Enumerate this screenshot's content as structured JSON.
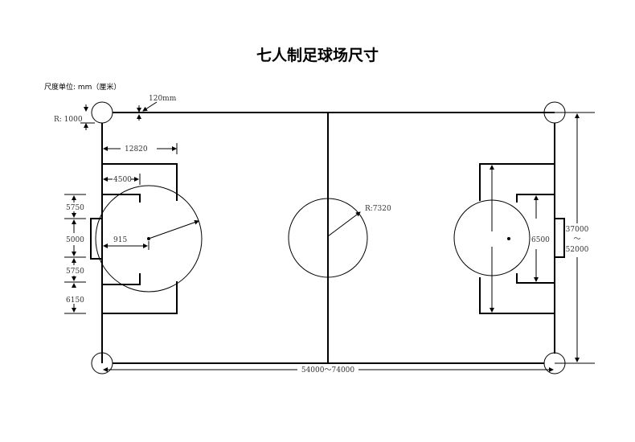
{
  "title": "七人制足球场尺寸",
  "unit_label": "尺度单位: mm（厘米）",
  "labels": {
    "line_width": "120mm",
    "corner_radius": "R: 1000",
    "penalty_depth": "12820",
    "goal_area_depth": "4500",
    "goal_area_side": "5750",
    "goal_width": "5000",
    "goal_area_side_2": "5750",
    "penalty_side": "6150",
    "penalty_spot": "915",
    "center_radius": "R:7320",
    "right_box": "6500",
    "width_min": "37000",
    "width_sep": "～",
    "width_max": "52000",
    "length": "54000～74000"
  }
}
